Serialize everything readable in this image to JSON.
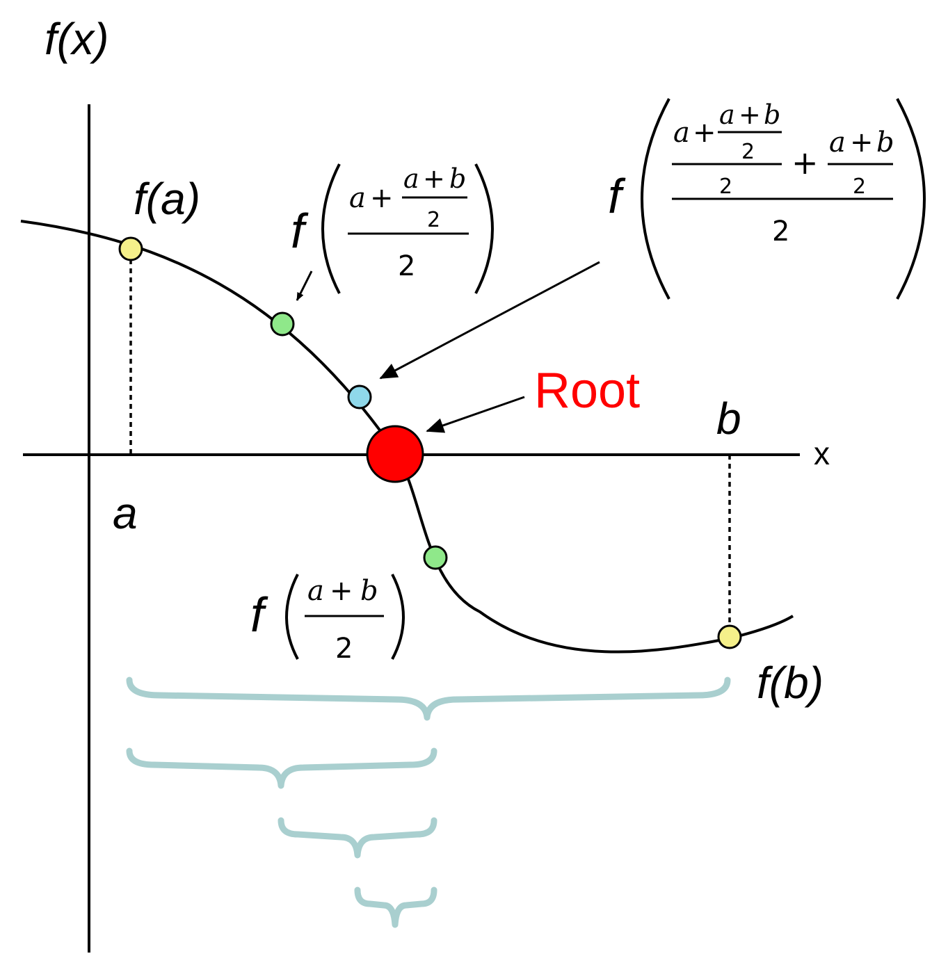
{
  "axes": {
    "y_label": "f(x)",
    "x_label": "x"
  },
  "points": {
    "a_label": "a",
    "b_label": "b",
    "fa_label": "f(a)",
    "fb_label": "f(b)",
    "root_label": "Root"
  },
  "math": {
    "f": "f",
    "a": "a",
    "b": "b",
    "two": "2",
    "plus": "+"
  },
  "colors": {
    "curve": "#000000",
    "endpoint_fill": "#f5f08a",
    "midpoint_fill": "#8fe88a",
    "third_point_fill": "#8fd8ea",
    "root_fill": "#ff0000",
    "root_text": "#ff0000",
    "brace": "#a9cfcf"
  }
}
